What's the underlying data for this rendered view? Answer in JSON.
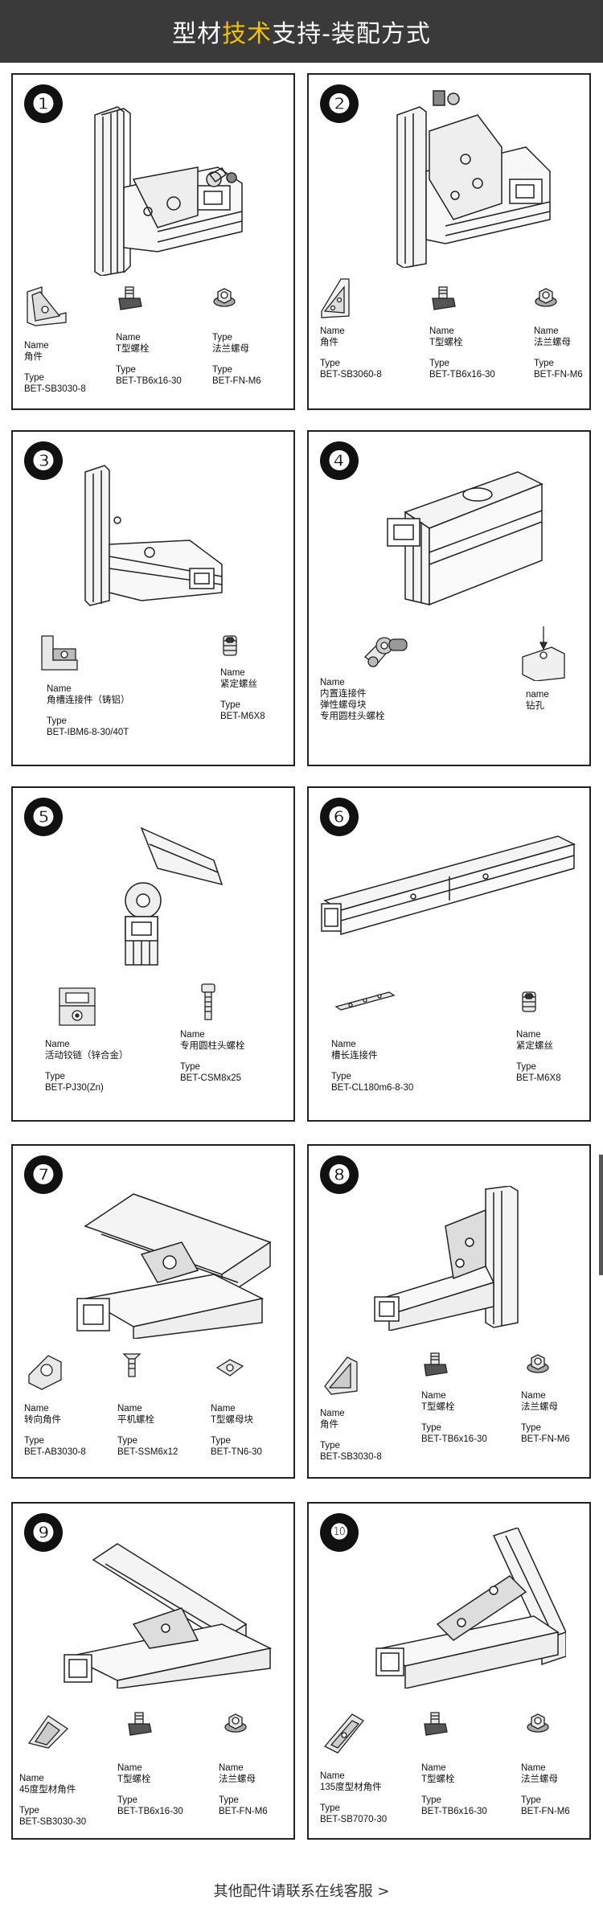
{
  "header": {
    "title_a": "型材",
    "title_hl": "技术",
    "title_b": "支持-装配方式"
  },
  "footer": {
    "text": "其他配件请联系在线客服 >"
  },
  "cards": [
    {
      "number": "❶",
      "parts": [
        {
          "name_label": "Name",
          "name": "角件",
          "type_label": "Type",
          "type": "BET-SB3030-8"
        },
        {
          "name_label": "Name",
          "name": "T型螺栓",
          "type_label": "Type",
          "type": "BET-TB6x16-30"
        },
        {
          "name_label": "Type",
          "name": "法兰螺母",
          "type_label": "Type",
          "type": "BET-FN-M6"
        }
      ]
    },
    {
      "number": "❷",
      "parts": [
        {
          "name_label": "Name",
          "name": "角件",
          "type_label": "Type",
          "type": "BET-SB3060-8"
        },
        {
          "name_label": "Name",
          "name": "T型螺栓",
          "type_label": "Type",
          "type": "BET-TB6x16-30"
        },
        {
          "name_label": "Name",
          "name": "法兰螺母",
          "type_label": "Type",
          "type": "BET-FN-M6"
        }
      ]
    },
    {
      "number": "❸",
      "parts": [
        {
          "name_label": "Name",
          "name": "角槽连接件（铸铝）",
          "type_label": "Type",
          "type": "BET-IBM6-8-30/40T"
        },
        {
          "name_label": "Name",
          "name": "紧定螺丝",
          "type_label": "Type",
          "type": "BET-M6X8"
        }
      ]
    },
    {
      "number": "❹",
      "parts": [
        {
          "name_label": "Name",
          "name": "内置连接件",
          "name2": "弹性螺母块",
          "name3": "专用圆柱头螺栓",
          "type_label": "",
          "type": ""
        },
        {
          "name_label": "name",
          "name": "钻孔",
          "type_label": "",
          "type": ""
        }
      ]
    },
    {
      "number": "❺",
      "parts": [
        {
          "name_label": "Name",
          "name": "活动铰链（锌合金）",
          "type_label": "Type",
          "type": "BET-PJ30(Zn)"
        },
        {
          "name_label": "Name",
          "name": "专用圆柱头螺栓",
          "type_label": "Type",
          "type": "BET-CSM8x25"
        }
      ]
    },
    {
      "number": "❻",
      "parts": [
        {
          "name_label": "Name",
          "name": "槽长连接件",
          "type_label": "Type",
          "type": "BET-CL180m6-8-30"
        },
        {
          "name_label": "Name",
          "name": "紧定螺丝",
          "type_label": "Type",
          "type": "BET-M6X8"
        }
      ]
    },
    {
      "number": "❼",
      "parts": [
        {
          "name_label": "Name",
          "name": "转向角件",
          "type_label": "Type",
          "type": "BET-AB3030-8"
        },
        {
          "name_label": "Name",
          "name": "平机螺栓",
          "type_label": "Type",
          "type": "BET-SSM6x12"
        },
        {
          "name_label": "Name",
          "name": "T型螺母块",
          "type_label": "Type",
          "type": "BET-TN6-30"
        }
      ]
    },
    {
      "number": "❽",
      "parts": [
        {
          "name_label": "Name",
          "name": "角件",
          "type_label": "Type",
          "type": "BET-SB3030-8"
        },
        {
          "name_label": "Name",
          "name": "T型螺栓",
          "type_label": "Type",
          "type": "BET-TB6x16-30"
        },
        {
          "name_label": "Name",
          "name": "法兰螺母",
          "type_label": "Type",
          "type": "BET-FN-M6"
        }
      ]
    },
    {
      "number": "❾",
      "parts": [
        {
          "name_label": "Name",
          "name": "45度型材角件",
          "type_label": "Type",
          "type": "BET-SB3030-30"
        },
        {
          "name_label": "Name",
          "name": "T型螺栓",
          "type_label": "Type",
          "type": "BET-TB6x16-30"
        },
        {
          "name_label": "Name",
          "name": "法兰螺母",
          "type_label": "Type",
          "type": "BET-FN-M6"
        }
      ]
    },
    {
      "number": "❿",
      "parts": [
        {
          "name_label": "Name",
          "name": "135度型材角件",
          "type_label": "Type",
          "type": "BET-SB7070-30"
        },
        {
          "name_label": "Name",
          "name": "T型螺栓",
          "type_label": "Type",
          "type": "BET-TB6x16-30"
        },
        {
          "name_label": "Name",
          "name": "法兰螺母",
          "type_label": "Type",
          "type": "BET-FN-M6"
        }
      ]
    }
  ]
}
